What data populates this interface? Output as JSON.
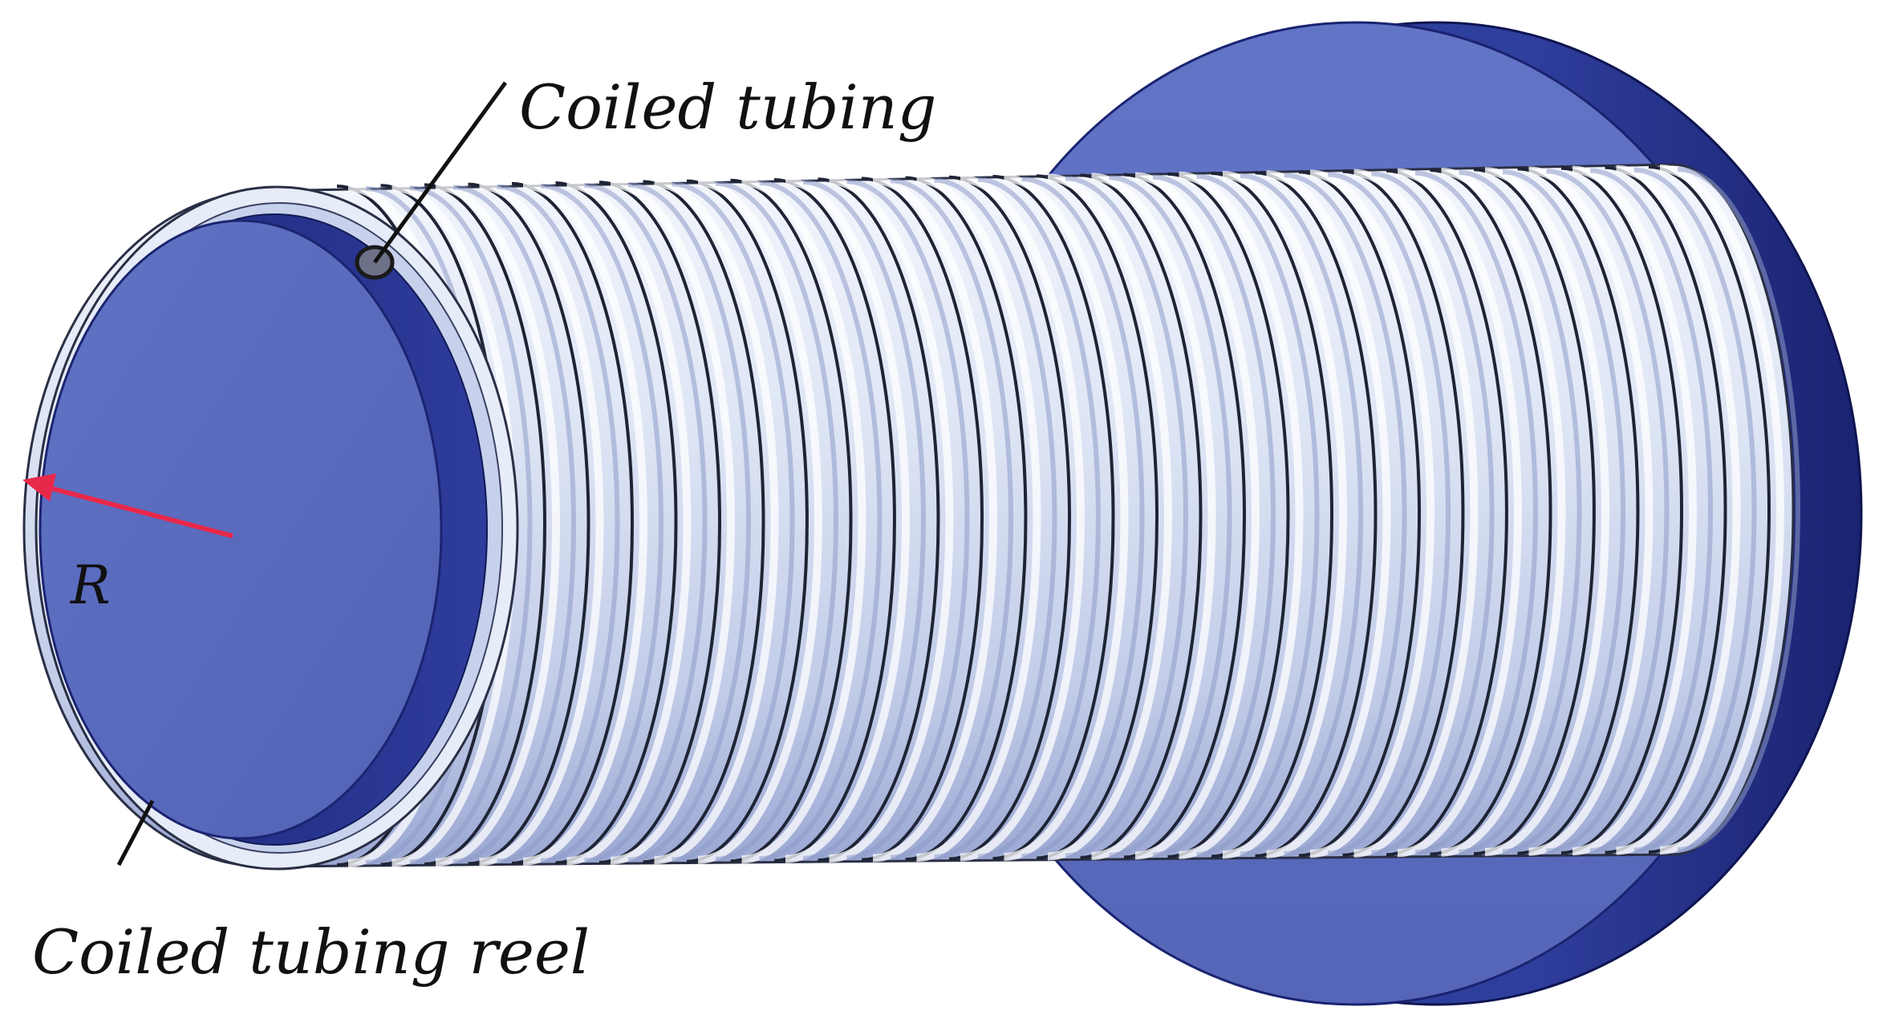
{
  "labels": {
    "coiled_tubing": "Coiled tubing",
    "coiled_tubing_reel": "Coiled tubing reel",
    "radius": "R"
  },
  "colors": {
    "face": "#5a6bbd",
    "face_dark": "#2f3d98",
    "rim": "#1e2a80",
    "tube_light": "#eef2fb",
    "tube_mid": "#c9d3ec",
    "tube_shadow": "#6f7fae",
    "radius_arrow": "#e8284a",
    "leader": "#111111",
    "text": "#111111"
  },
  "coil_turns": 31
}
